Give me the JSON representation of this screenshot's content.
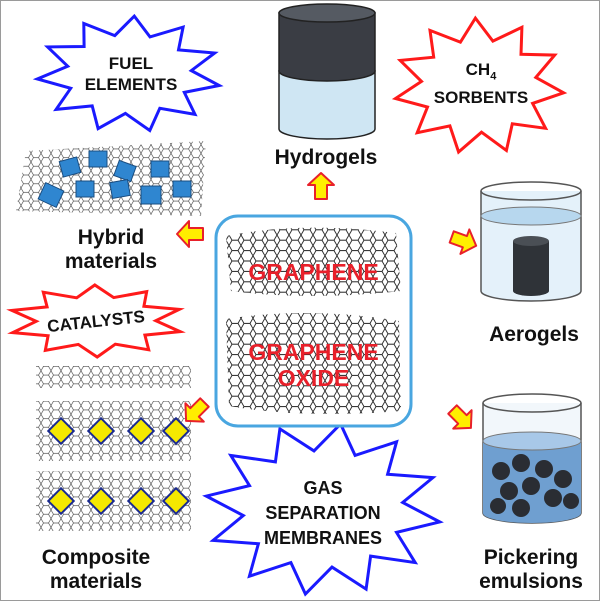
{
  "center": {
    "graphene": "GRAPHENE",
    "graphene_oxide": "GRAPHENE OXIDE"
  },
  "stars": {
    "fuel_elements": "FUEL ELEMENTS",
    "ch4_sorbents_ch": "CH",
    "ch4_sorbents_sub": "4",
    "ch4_sorbents_label": "SORBENTS",
    "catalysts": "CATALYSTS",
    "gas_separation": "GAS SEPARATION MEMBRANES"
  },
  "materials": {
    "hydrogels": "Hydrogels",
    "hybrid": "Hybrid materials",
    "aerogels": "Aerogels",
    "composite": "Composite materials",
    "pickering": "Pickering emulsions"
  },
  "colors": {
    "blue": "#1a1aff",
    "red": "#ff1a1a",
    "arrow_fill": "#ffee00",
    "arrow_stroke": "#e8202a",
    "center_border": "#49a6e0",
    "graphene_text": "#e8202a"
  }
}
